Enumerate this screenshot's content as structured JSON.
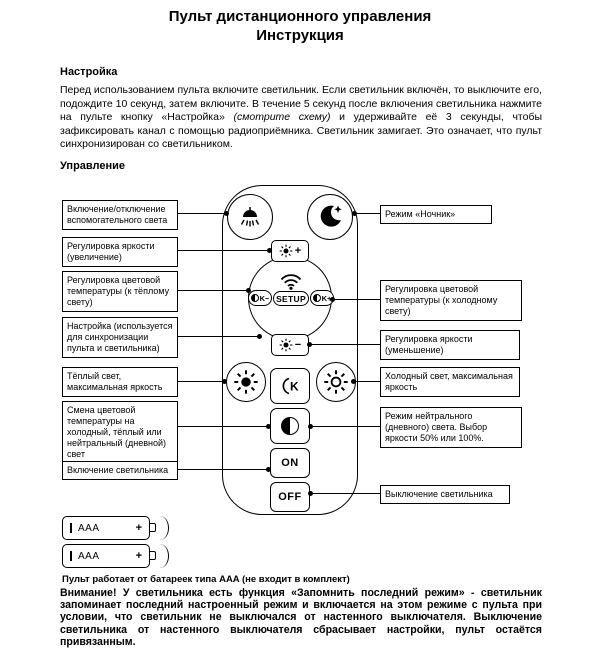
{
  "colors": {
    "ink": "#000000",
    "paper": "#ffffff"
  },
  "title": {
    "line1": "Пульт дистанционного управления",
    "line2": "Инструкция"
  },
  "setup": {
    "heading": "Настройка",
    "body_1": "Перед использованием пульта включите светильник. Если светильник включён, то выключите его, подождите 10 секунд, затем включите. В течение 5 секунд после включения светильника нажмите на пульте кнопку «Настройка» ",
    "body_em": "(смотрите схему)",
    "body_2": " и удерживайте её 3 секунды, чтобы зафиксировать канал с помощью радиоприёмника. Светильник замигает. Это означает, что пульт синхронизирован со светильником."
  },
  "control": {
    "heading": "Управление"
  },
  "callouts_left": [
    {
      "text": "Включение/отключение вспомогательного света"
    },
    {
      "text": "Регулировка яркости (увеличение)"
    },
    {
      "text": "Регулировка цветовой температуры (к тёплому свету)"
    },
    {
      "text": "Настройка (используется для синхронизации пульта и светильника)"
    },
    {
      "text": "Тёплый свет, максимальная яркость"
    },
    {
      "text": "Смена цветовой температуры на холодный, тёплый или нейтральный (дневной) свет"
    },
    {
      "text": "Включение светильника"
    }
  ],
  "callouts_right": [
    {
      "text": "Режим «Ночник»"
    },
    {
      "text": "Регулировка цветовой температуры (к холодному свету)"
    },
    {
      "text": "Регулировка яркости (уменьшение)"
    },
    {
      "text": "Холодный свет, максимальная яркость"
    },
    {
      "text": "Режим нейтрального (дневного) света. Выбор яркости 50% или 100%."
    },
    {
      "text": "Выключение светильника"
    }
  ],
  "remote": {
    "setup_label": "SETUP",
    "cct_warm_label": "K−",
    "cct_cold_label": "K+",
    "k_label": "K",
    "plus": "+",
    "minus": "−",
    "on_label": "ON",
    "off_label": "OFF"
  },
  "battery": {
    "type": "AAA",
    "plus": "+",
    "note": "Пульт работает от батареек типа AAA (не входит в комплект)"
  },
  "warning": "Внимание! У светильника есть функция «Запомнить последний режим» - светильник запоминает последний настроенный режим и включается на этом режиме с пульта при условии, что светильник не выключался от настенного выключателя. Выключение светильника от настенного выключателя сбрасывает настройки, пульт остаётся привязанным.",
  "icons": {
    "aux_light": "lamp-with-rays",
    "night_mode": "crescent-moon-with-star",
    "brightness_up": "sun-plus",
    "brightness_down": "sun-minus",
    "setup": "wifi-arcs",
    "warm_light": "sun-filled",
    "cold_light": "sun-outline",
    "cct_cycle": "arc-K",
    "day_mode": "half-filled-circle",
    "battery": "aaa-battery-outline"
  }
}
